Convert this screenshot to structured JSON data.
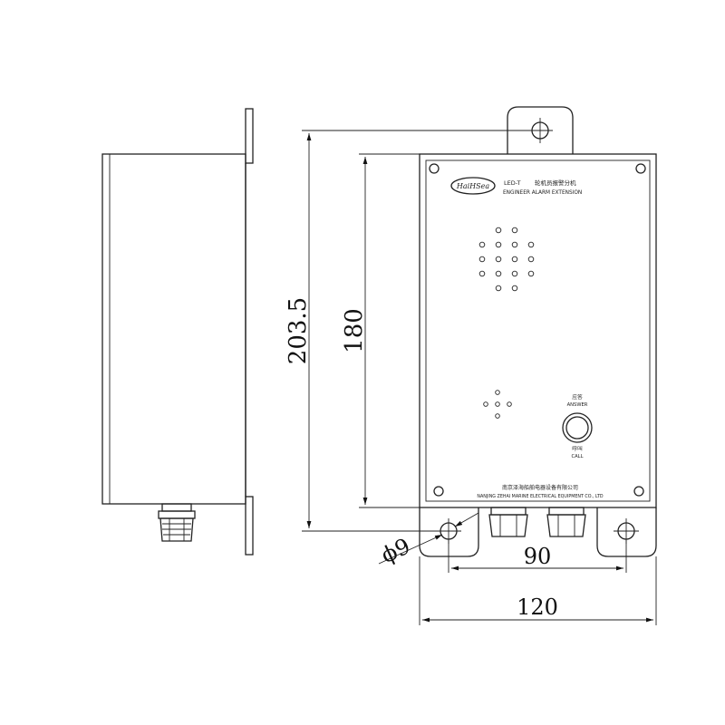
{
  "dimensions": {
    "overall_height": "203.5",
    "body_height": "180",
    "hole_diameter": "ϕ9",
    "cable_gland_spacing": "90",
    "overall_width": "120"
  },
  "front_panel": {
    "logo": "HaiHSea",
    "model": "LED-T",
    "title_cn": "轮机员报警分机",
    "title_en": "ENGINEER ALARM EXTENSION",
    "answer_cn": "应答",
    "answer_en": "ANSWER",
    "call_cn": "呼叫",
    "call_en": "CALL",
    "maker_cn": "南京泽海船舶电器设备有限公司",
    "maker_en": "NANJING ZEHAI MARINE ELECTRICAL EQUIPMENT CO., LTD"
  },
  "icons": {
    "speaker_grille": "speaker-grille-icon",
    "microphone": "microphone-icon",
    "button": "answer-call-button-icon",
    "cable_gland": "cable-gland-icon",
    "mounting_hole": "mounting-hole-icon"
  }
}
